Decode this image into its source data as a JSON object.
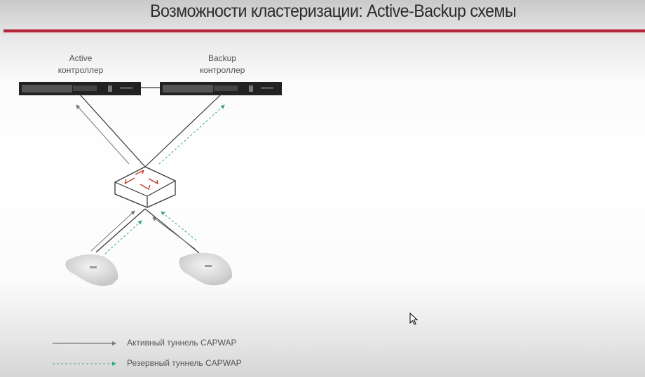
{
  "slide": {
    "title": "Возможности кластеризации: Active-Backup схемы",
    "accent_color": "#b3283d"
  },
  "diagram": {
    "active_controller": {
      "line1": "Active",
      "line2": "контроллер"
    },
    "backup_controller": {
      "line1": "Backup",
      "line2": "контроллер"
    },
    "active_tunnel_color": "#666666",
    "backup_tunnel_color": "#3aa58a"
  },
  "legend": {
    "active": "Активный туннель CAPWAP",
    "backup": "Резервный туннель CAPWAP"
  }
}
